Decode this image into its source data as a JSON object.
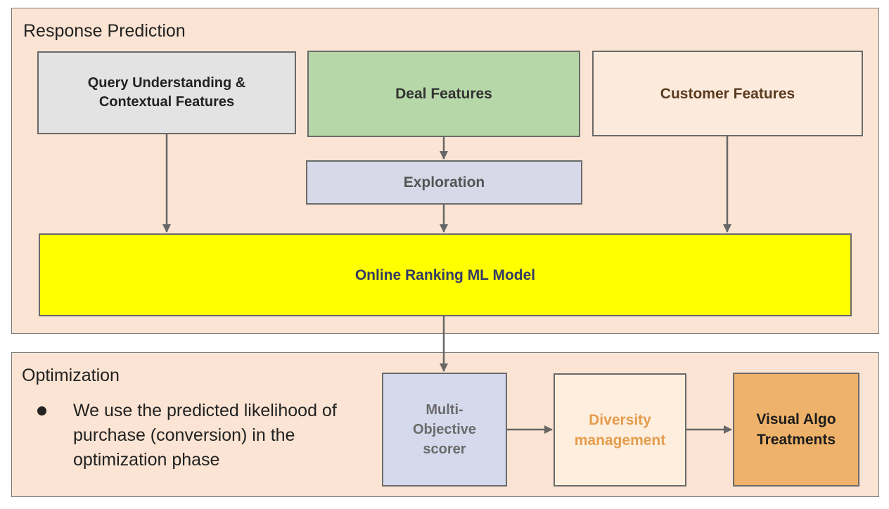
{
  "response_section": {
    "title": "Response Prediction",
    "query_box": "Query Understanding & Contextual Features",
    "deal_box": "Deal Features",
    "customer_box": "Customer Features",
    "exploration_box": "Exploration",
    "model_box": "Online Ranking ML Model"
  },
  "optimization_section": {
    "title": "Optimization",
    "bullet": "We use the predicted likelihood of purchase (conversion)  in the optimization phase",
    "scorer_box": "Multi-Objective scorer",
    "diversity_box": "Diversity management",
    "visual_box": "Visual Algo Treatments"
  },
  "colors": {
    "panel_bg": "#fbe4d3",
    "query_bg": "#e3e3e3",
    "deal_bg": "#b6d7a8",
    "customer_bg": "#fcebdc",
    "exploration_bg": "#d7d9e9",
    "model_bg": "#ffff00",
    "scorer_bg": "#d4d9ec",
    "diversity_bg": "#fdeede",
    "visual_bg": "#efb26a",
    "arrow": "#666666"
  }
}
